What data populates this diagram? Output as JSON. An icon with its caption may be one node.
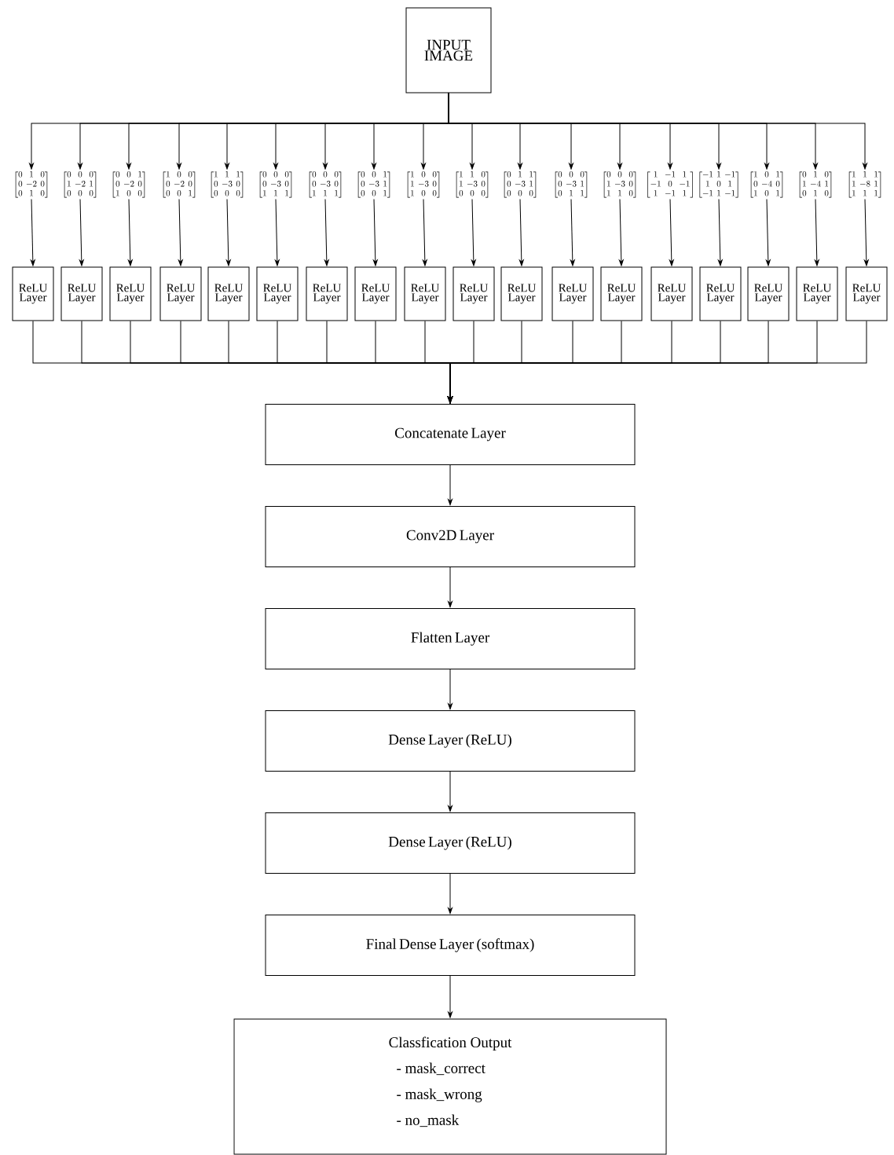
{
  "diagram": {
    "nodes": [
      {
        "text": [
          "INPUT IMAGE"
        ]
      },
      {
        "text": [
          "\\begin{bmatrix}0&1&0\\\\0&-2&0\\\\0&1&0\\end{bmatrix}"
        ]
      },
      {
        "text": [
          "\\begin{bmatrix}0&0&0\\\\1&-2&1\\\\0&0&0\\end{bmatrix}"
        ]
      },
      {
        "text": [
          "\\begin{bmatrix}0&0&1\\\\0&-2&0\\\\1&0&0\\end{bmatrix}"
        ]
      },
      {
        "text": [
          "\\begin{bmatrix}1&0&0\\\\0&-2&0\\\\0&0&1\\end{bmatrix}"
        ]
      },
      {
        "text": [
          "\\begin{bmatrix}1&1&1\\\\0&-3&0\\\\0&0&0\\end{bmatrix}"
        ]
      },
      {
        "text": [
          "\\begin{bmatrix}0&0&0\\\\0&-3&0\\\\1&1&1\\end{bmatrix}"
        ]
      },
      {
        "text": [
          "\\begin{bmatrix}0&0&0\\\\0&-3&0\\\\1&1&1\\end{bmatrix}"
        ]
      },
      {
        "text": [
          "\\begin{bmatrix}0&0&1\\\\0&-3&1\\\\0&0&1\\end{bmatrix}"
        ]
      },
      {
        "text": [
          "\\begin{bmatrix}1&0&0\\\\1&-3&0\\\\1&0&0\\end{bmatrix}"
        ]
      },
      {
        "text": [
          "\\begin{bmatrix}1&1&0\\\\1&-3&0\\\\0&0&0\\end{bmatrix}"
        ]
      },
      {
        "text": [
          "\\begin{bmatrix}0&1&1\\\\0&-3&1\\\\0&0&0\\end{bmatrix}"
        ]
      },
      {
        "text": [
          "\\begin{bmatrix}0&0&0\\\\0&-3&1\\\\0&1&1\\end{bmatrix}"
        ]
      },
      {
        "text": [
          "\\begin{bmatrix}0&0&0\\\\1&-3&0\\\\1&1&0\\end{bmatrix}"
        ]
      },
      {
        "text": [
          "\\begin{bmatrix}1&-1&1\\\\-1&0&-1\\\\1&-1&1\\end{bmatrix}"
        ]
      },
      {
        "text": [
          "\\begin{bmatrix}-1&1&-1\\\\1&0&1\\\\-1&1&-1\\end{bmatrix}"
        ]
      },
      {
        "text": [
          "\\begin{bmatrix}1&0&1\\\\0&-4&0\\\\1&0&1\\end{bmatrix}"
        ]
      },
      {
        "text": [
          "\\begin{bmatrix}0&1&0\\\\1&-4&1\\\\0&1&0\\end{bmatrix}"
        ]
      },
      {
        "text": [
          "\\begin{bmatrix}1&1&1\\\\1&-8&1\\\\1&1&1\\end{bmatrix}"
        ]
      },
      {
        "text": [
          "ReLU Layer"
        ]
      },
      {
        "text": [
          "ReLU Layer"
        ]
      },
      {
        "text": [
          "ReLU Layer"
        ]
      },
      {
        "text": [
          "ReLU Layer"
        ]
      },
      {
        "text": [
          "ReLU Layer"
        ]
      },
      {
        "text": [
          "ReLU Layer"
        ]
      },
      {
        "text": [
          "ReLU Layer"
        ]
      },
      {
        "text": [
          "ReLU Layer"
        ]
      },
      {
        "text": [
          "ReLU Layer"
        ]
      },
      {
        "text": [
          "ReLU Layer"
        ]
      },
      {
        "text": [
          "ReLU Layer"
        ]
      },
      {
        "text": [
          "ReLU Layer"
        ]
      },
      {
        "text": [
          "ReLU Layer"
        ]
      },
      {
        "text": [
          "ReLU Layer"
        ]
      },
      {
        "text": [
          "ReLU Layer"
        ]
      },
      {
        "text": [
          "ReLU Layer"
        ]
      },
      {
        "text": [
          "ReLU Layer"
        ]
      },
      {
        "text": [
          "ReLU Layer"
        ]
      },
      {
        "text": [
          "Concatenate Layer"
        ]
      },
      {
        "text": [
          "Conv2D Layer"
        ]
      },
      {
        "text": [
          "Flatten Layer"
        ]
      },
      {
        "text": [
          "Dense Layer (ReLU)"
        ]
      },
      {
        "text": [
          "Dense Layer (ReLU)"
        ]
      },
      {
        "text": [
          "Final Dense Layer (softmax)"
        ]
      },
      {
        "text": [
          "Classfication Output",
          "- mask_correct",
          "- mask_wrong",
          "- no_mask"
        ]
      }
    ],
    "edges": [
      {
        "from": 0,
        "to": 1,
        "arrow": "to"
      },
      {
        "from": 0,
        "to": 2,
        "arrow": "to"
      },
      {
        "from": 0,
        "to": 3,
        "arrow": "to"
      },
      {
        "from": 0,
        "to": 4,
        "arrow": "to"
      },
      {
        "from": 0,
        "to": 5,
        "arrow": "to"
      },
      {
        "from": 0,
        "to": 6,
        "arrow": "to"
      },
      {
        "from": 0,
        "to": 7,
        "arrow": "to"
      },
      {
        "from": 0,
        "to": 8,
        "arrow": "to"
      },
      {
        "from": 0,
        "to": 9,
        "arrow": "to"
      },
      {
        "from": 0,
        "to": 10,
        "arrow": "to"
      },
      {
        "from": 0,
        "to": 11,
        "arrow": "to"
      },
      {
        "from": 0,
        "to": 12,
        "arrow": "to"
      },
      {
        "from": 0,
        "to": 13,
        "arrow": "to"
      },
      {
        "from": 0,
        "to": 14,
        "arrow": "to"
      },
      {
        "from": 0,
        "to": 15,
        "arrow": "to"
      },
      {
        "from": 0,
        "to": 16,
        "arrow": "to"
      },
      {
        "from": 0,
        "to": 17,
        "arrow": "to"
      },
      {
        "from": 0,
        "to": 18,
        "arrow": "to"
      },
      {
        "from": 1,
        "to": 19,
        "arrow": "to"
      },
      {
        "from": 2,
        "to": 20,
        "arrow": "to"
      },
      {
        "from": 3,
        "to": 21,
        "arrow": "to"
      },
      {
        "from": 4,
        "to": 22,
        "arrow": "to"
      },
      {
        "from": 5,
        "to": 23,
        "arrow": "to"
      },
      {
        "from": 6,
        "to": 24,
        "arrow": "to"
      },
      {
        "from": 7,
        "to": 25,
        "arrow": "to"
      },
      {
        "from": 8,
        "to": 26,
        "arrow": "to"
      },
      {
        "from": 9,
        "to": 27,
        "arrow": "to"
      },
      {
        "from": 10,
        "to": 28,
        "arrow": "to"
      },
      {
        "from": 11,
        "to": 29,
        "arrow": "to"
      },
      {
        "from": 12,
        "to": 30,
        "arrow": "to"
      },
      {
        "from": 13,
        "to": 31,
        "arrow": "to"
      },
      {
        "from": 14,
        "to": 32,
        "arrow": "to"
      },
      {
        "from": 15,
        "to": 33,
        "arrow": "to"
      },
      {
        "from": 16,
        "to": 34,
        "arrow": "to"
      },
      {
        "from": 17,
        "to": 35,
        "arrow": "to"
      },
      {
        "from": 18,
        "to": 36,
        "arrow": "to"
      },
      {
        "from": 19,
        "to": 37,
        "arrow": "to"
      },
      {
        "from": 20,
        "to": 37,
        "arrow": "to"
      },
      {
        "from": 21,
        "to": 37,
        "arrow": "to"
      },
      {
        "from": 22,
        "to": 37,
        "arrow": "to"
      },
      {
        "from": 23,
        "to": 37,
        "arrow": "to"
      },
      {
        "from": 24,
        "to": 37,
        "arrow": "to"
      },
      {
        "from": 25,
        "to": 37,
        "arrow": "to"
      },
      {
        "from": 26,
        "to": 37,
        "arrow": "to"
      },
      {
        "from": 27,
        "to": 37,
        "arrow": "to"
      },
      {
        "from": 28,
        "to": 37,
        "arrow": "to"
      },
      {
        "from": 29,
        "to": 37,
        "arrow": "to"
      },
      {
        "from": 30,
        "to": 37,
        "arrow": "to"
      },
      {
        "from": 31,
        "to": 37,
        "arrow": "to"
      },
      {
        "from": 32,
        "to": 37,
        "arrow": "to"
      },
      {
        "from": 33,
        "to": 37,
        "arrow": "to"
      },
      {
        "from": 34,
        "to": 37,
        "arrow": "to"
      },
      {
        "from": 35,
        "to": 37,
        "arrow": "to"
      },
      {
        "from": 36,
        "to": 37,
        "arrow": "to"
      },
      {
        "from": 37,
        "to": 38,
        "arrow": "to"
      },
      {
        "from": 38,
        "to": 39,
        "arrow": "to"
      },
      {
        "from": 39,
        "to": 40,
        "arrow": "to"
      },
      {
        "from": 40,
        "to": 41,
        "arrow": "to"
      },
      {
        "from": 41,
        "to": 42,
        "arrow": "to"
      },
      {
        "from": 42,
        "to": 43,
        "arrow": "to"
      }
    ]
  }
}
